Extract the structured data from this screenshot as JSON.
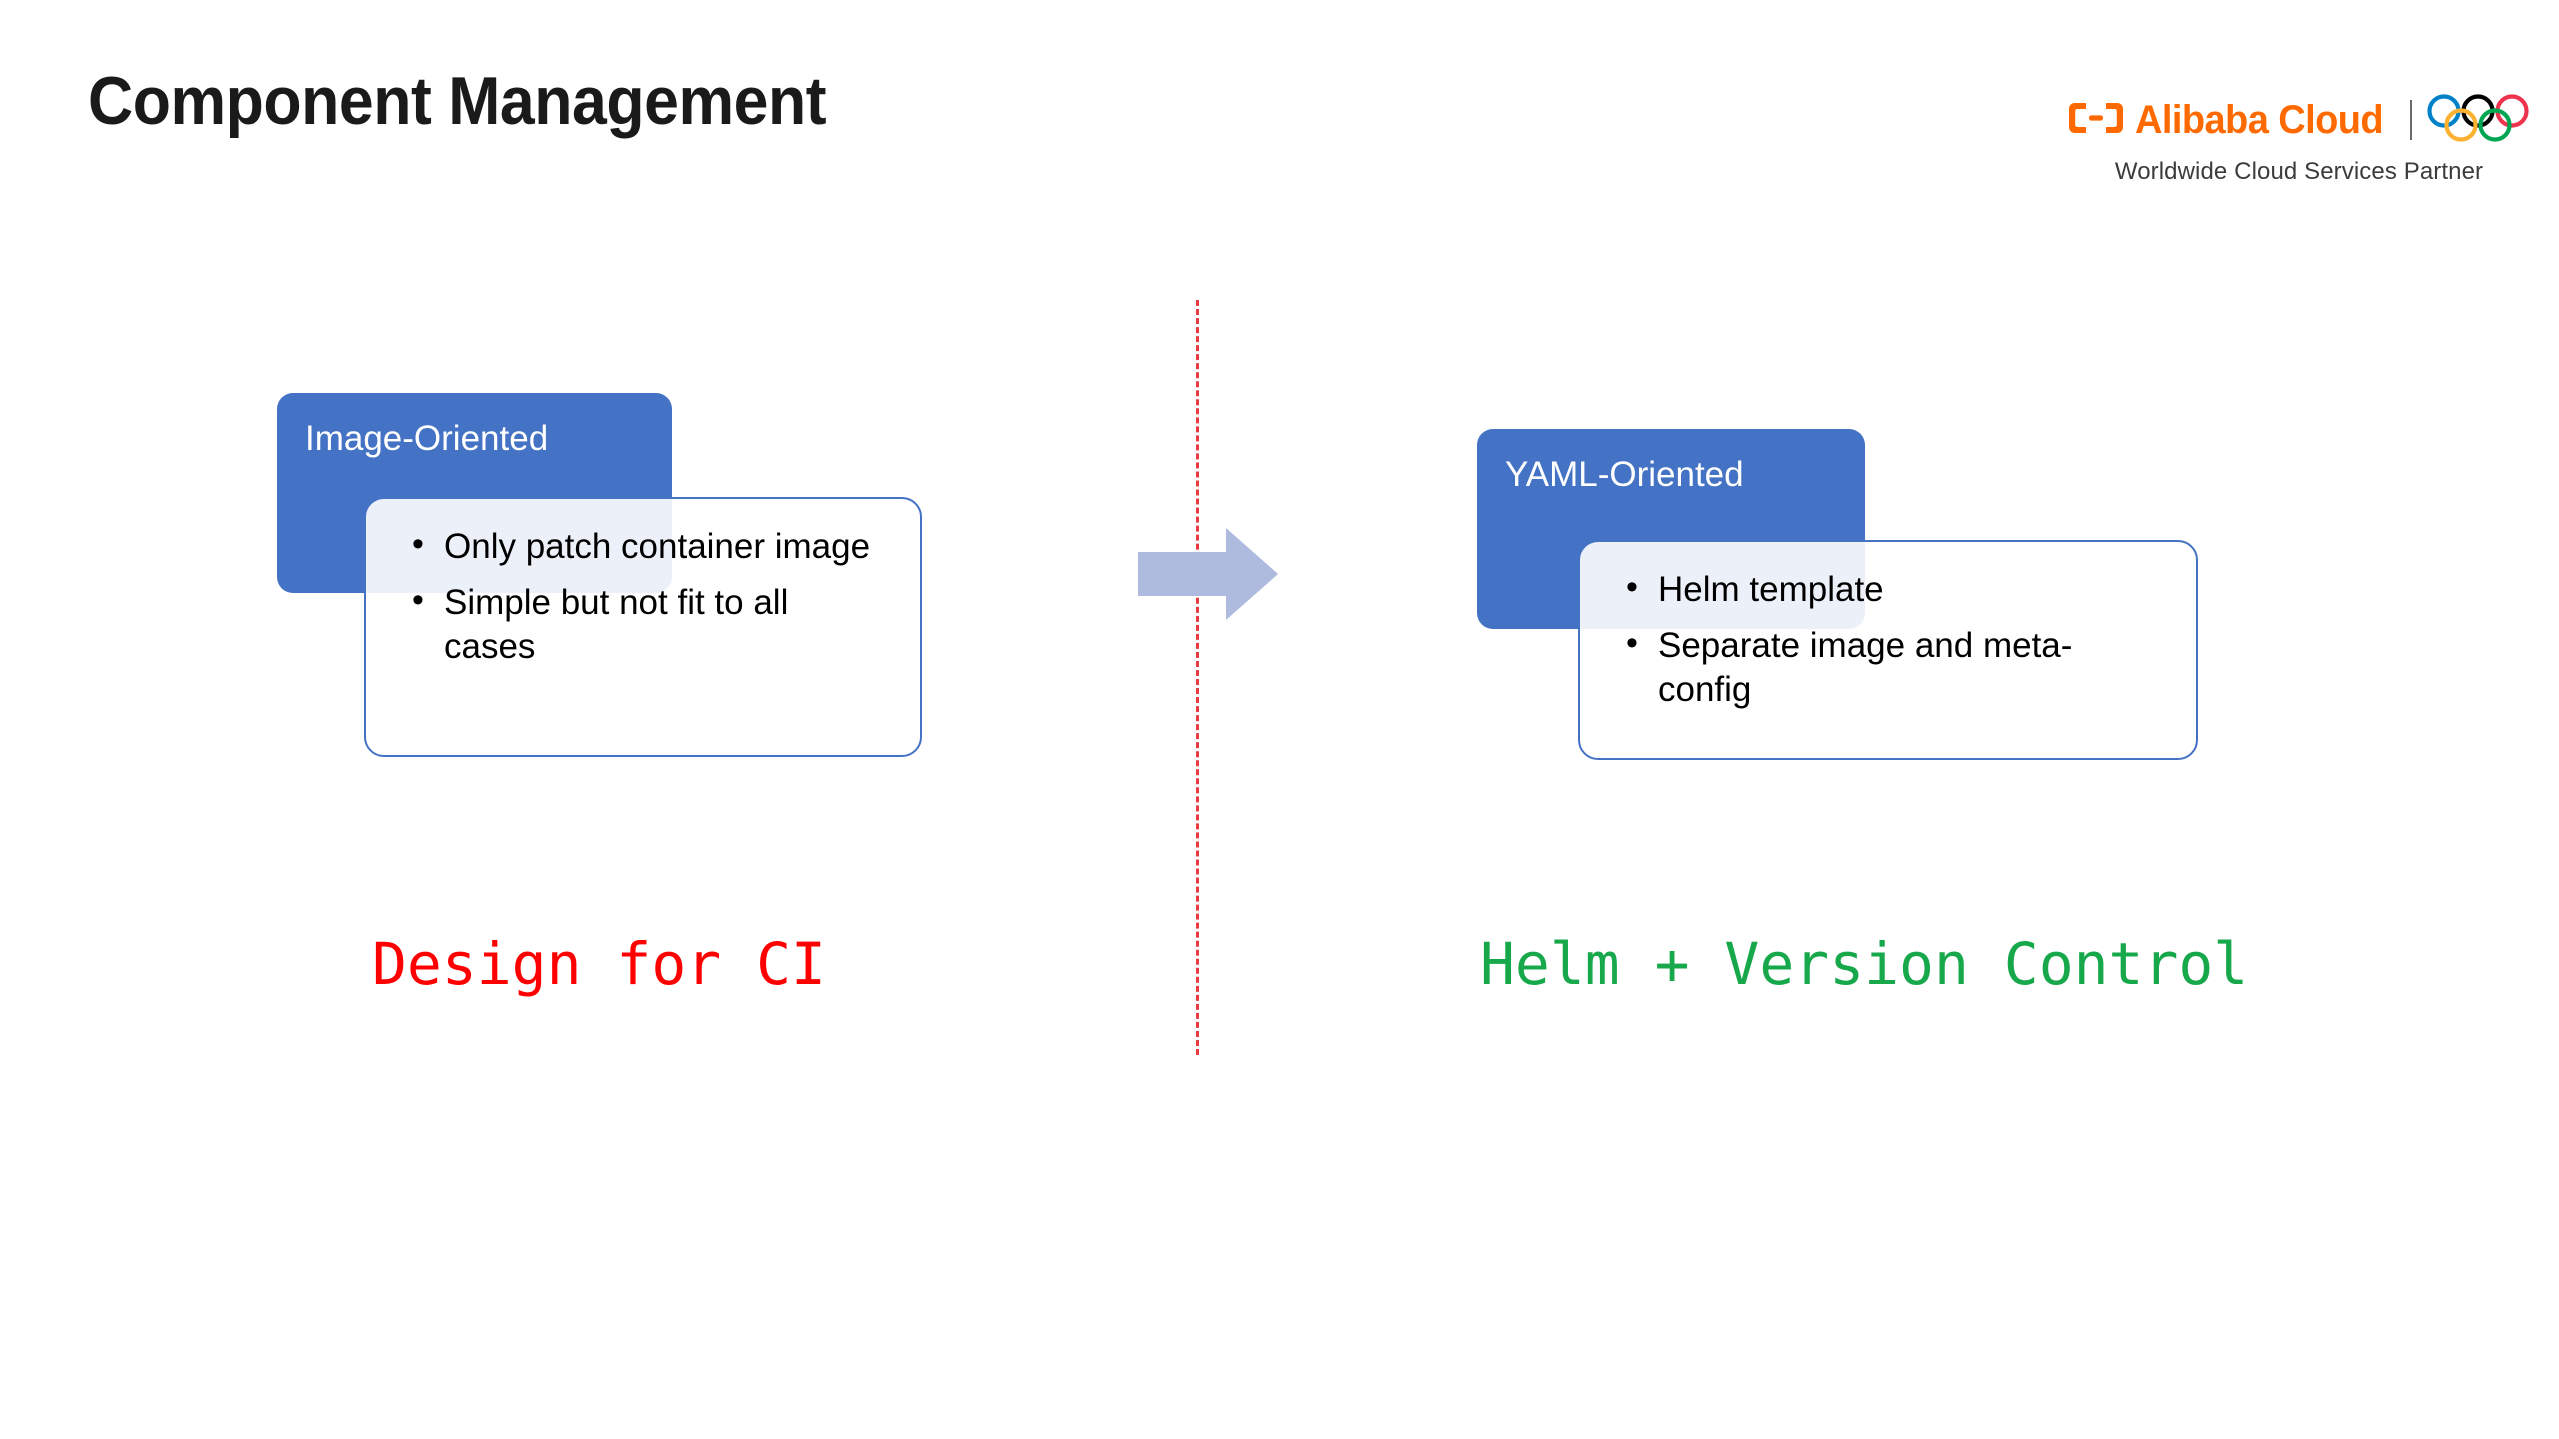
{
  "slide": {
    "title": "Component Management",
    "background": "#ffffff"
  },
  "brand": {
    "logo_icon": "alibaba-cloud-bracket-icon",
    "wordmark": "Alibaba Cloud",
    "rings_icon": "olympic-rings-icon",
    "tagline": "Worldwide Cloud Services Partner",
    "colors": {
      "orange": "#FF6A00",
      "divider": "#6b6b6b",
      "tagline_text": "#3c3c3c",
      "ring_blue": "#0081C8",
      "ring_yellow": "#FCB131",
      "ring_black": "#000000",
      "ring_green": "#00A651",
      "ring_red": "#EE334E"
    }
  },
  "divider": {
    "style": "dashed-vertical",
    "color": "#E8393E"
  },
  "arrow": {
    "icon": "right-arrow-icon",
    "direction": "right",
    "color": "#AEBBDF"
  },
  "blocks": [
    {
      "id": "image-oriented",
      "header_label": "Image-Oriented",
      "header_color": "#4472C4",
      "border_color": "#4472C4",
      "bullets": [
        "Only patch container image",
        "Simple but not fit to all cases"
      ],
      "caption": "Design for CI",
      "caption_color": "#FF0000"
    },
    {
      "id": "yaml-oriented",
      "header_label": "YAML-Oriented",
      "header_color": "#4472C4",
      "border_color": "#4472C4",
      "bullets": [
        "Helm template",
        "Separate image and meta-config"
      ],
      "caption": "Helm + Version Control",
      "caption_color": "#17A84B"
    }
  ]
}
